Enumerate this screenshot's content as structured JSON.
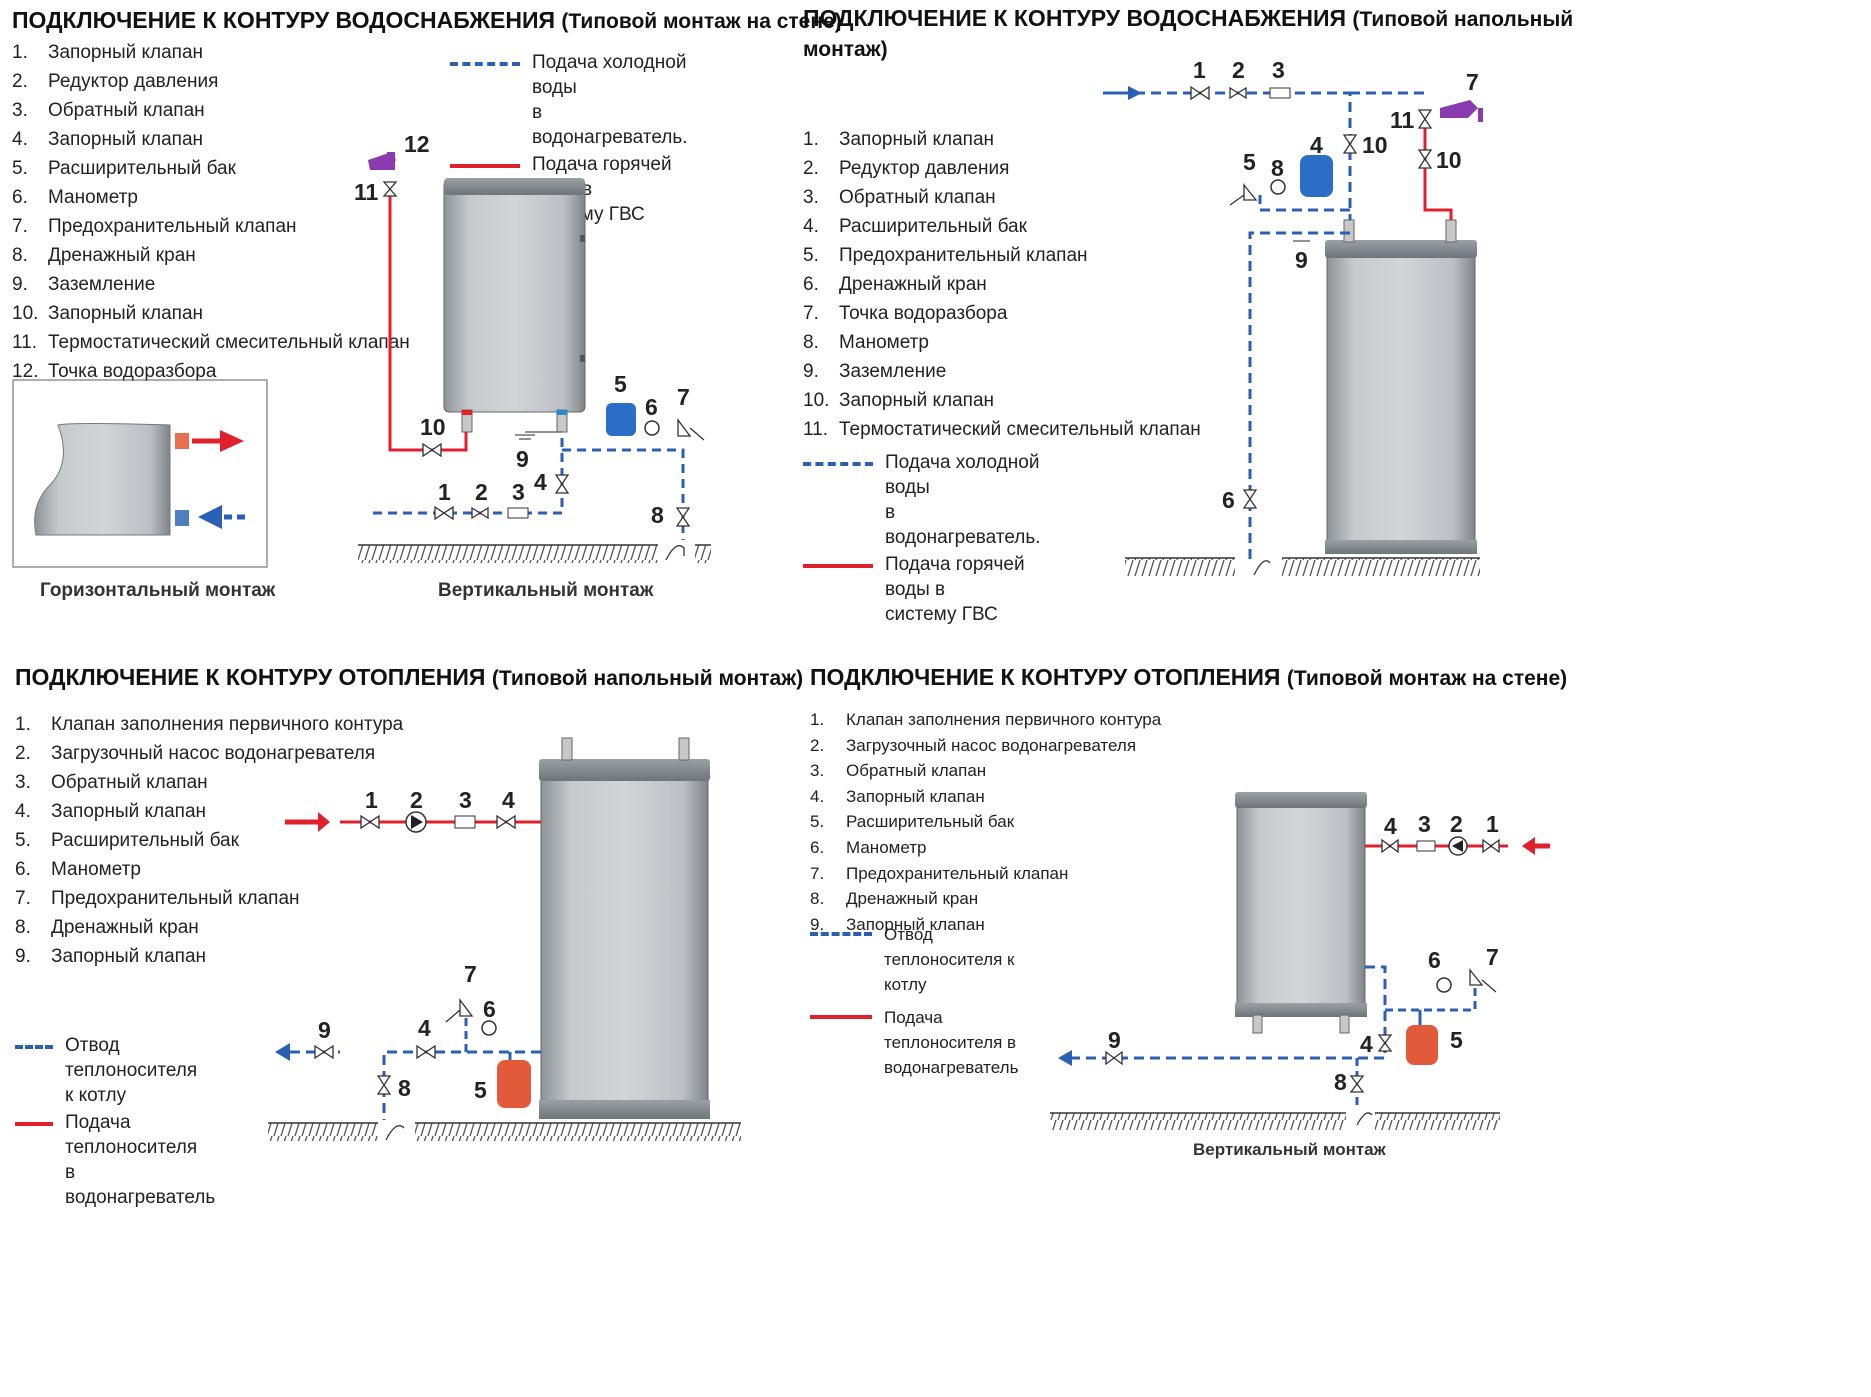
{
  "panels": {
    "tl": {
      "title": "ПОДКЛЮЧЕНИЕ К КОНТУРУ ВОДОСНАБЖЕНИЯ",
      "subtitle": "(Типовой монтаж на стене)",
      "items": [
        "Запорный клапан",
        "Редуктор давления",
        "Обратный клапан",
        "Запорный клапан",
        "Расширительный бак",
        "Манометр",
        "Предохранительный клапан",
        "Дренажный кран",
        "Заземление",
        "Запорный клапан",
        "Термостатический смесительный клапан",
        "Точка водоразбора"
      ],
      "legend_cold": "Подача  холодной  воды\nв водонагреватель.",
      "legend_hot": "Подача горячей воды в\nсистему ГВС",
      "caption_left": "Горизонтальный монтаж",
      "caption_right": "Вертикальный монтаж",
      "labels": [
        "1",
        "2",
        "3",
        "4",
        "5",
        "6",
        "7",
        "8",
        "9",
        "10",
        "11",
        "12"
      ]
    },
    "tr": {
      "title": "ПОДКЛЮЧЕНИЕ К КОНТУРУ ВОДОСНАБЖЕНИЯ",
      "subtitle": "(Типовой напольный",
      "subtitle2": "монтаж)",
      "items": [
        "Запорный клапан",
        "Редуктор давления",
        "Обратный клапан",
        "Расширительный бак",
        "Предохранительный клапан",
        "Дренажный кран",
        "Точка водоразбора",
        "Манометр",
        "Заземление",
        "Запорный клапан",
        "Термостатический смесительный клапан"
      ],
      "legend_cold": "Подача  холодной  воды\nв водонагреватель.",
      "legend_hot": "Подача горячей воды в\nсистему ГВС",
      "labels": [
        "1",
        "2",
        "3",
        "4",
        "5",
        "6",
        "7",
        "8",
        "9",
        "10",
        "11"
      ]
    },
    "bl": {
      "title": "ПОДКЛЮЧЕНИЕ К КОНТУРУ ОТОПЛЕНИЯ",
      "subtitle": "(Типовой напольный монтаж)",
      "items": [
        "Клапан заполнения первичного контура",
        "Загрузочный насос водонагревателя",
        "Обратный клапан",
        "Запорный клапан",
        "Расширительный бак",
        "Манометр",
        "Предохранительный клапан",
        "Дренажный кран",
        "Запорный клапан"
      ],
      "legend_cold": "Отвод    теплоносителя\nк котлу",
      "legend_hot": "Подача  теплоносителя\nв водонагреватель",
      "labels": [
        "1",
        "2",
        "3",
        "4",
        "5",
        "6",
        "7",
        "8",
        "9"
      ]
    },
    "br": {
      "title": "ПОДКЛЮЧЕНИЕ К КОНТУРУ ОТОПЛЕНИЯ",
      "subtitle": "(Типовой монтаж на стене)",
      "items": [
        "Клапан заполнения первичного контура",
        "Загрузочный насос водонагревателя",
        "Обратный клапан",
        "Запорный клапан",
        "Расширительный бак",
        "Манометр",
        "Предохранительный клапан",
        "Дренажный кран",
        "Запорный клапан"
      ],
      "legend_cold": "Отвод теплоносителя к котлу",
      "legend_hot": "Подача теплоносителя в водонагреватель",
      "caption": "Вертикальный монтаж",
      "labels": [
        "1",
        "2",
        "3",
        "4",
        "5",
        "6",
        "7",
        "8",
        "9"
      ]
    }
  },
  "colors": {
    "cold": "#2b5fb4",
    "hot": "#e0202d",
    "tank": "#c3c8cc",
    "expansion_tank_supply": "#2b6ec8",
    "expansion_tank_heating": "#e25a3a",
    "faucet": "#8a3bb0"
  }
}
